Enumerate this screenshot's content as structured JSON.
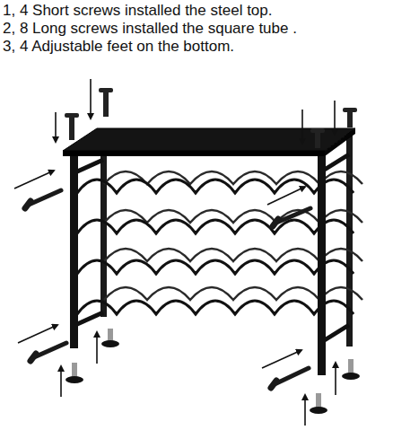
{
  "diagram": {
    "labels": [
      "1, 4 Short screws installed the steel top.",
      "2, 8 Long screws installed the square tube .",
      "3, 4 Adjustable feet on the bottom."
    ]
  }
}
